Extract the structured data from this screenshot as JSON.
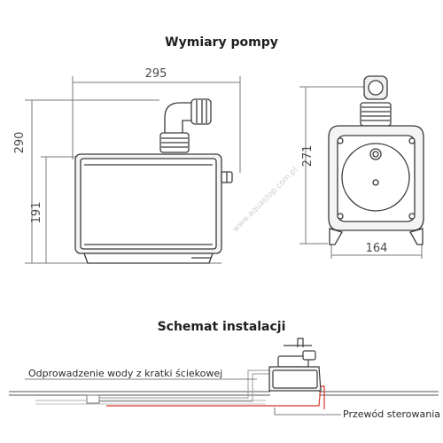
{
  "titles": {
    "dimensions": "Wymiary pompy",
    "installation": "Schemat instalacji"
  },
  "dimensions": {
    "length": "295",
    "total_height": "290",
    "body_height": "191",
    "front_height": "271",
    "width": "164"
  },
  "labels": {
    "drain": "Odprowadzenie wody z kratki ściekowej",
    "control_cable": "Przewód sterowania"
  },
  "watermark": "www.aquastop.com.pl",
  "colors": {
    "outline": "#3a3a3a",
    "dimension_line": "#7a7a7a",
    "cable_red": "#d9382a",
    "ground": "#555555"
  }
}
